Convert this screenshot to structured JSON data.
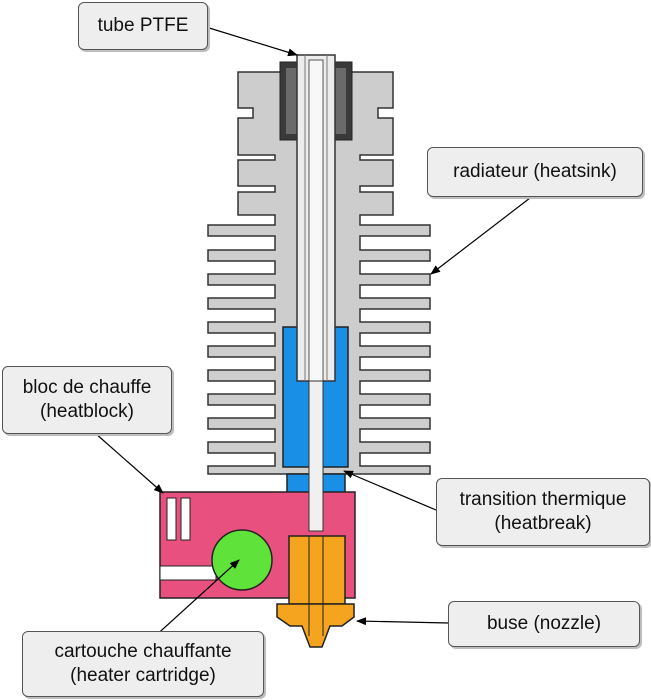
{
  "labels": {
    "ptfe": "tube PTFE",
    "heatsink": "radiateur (heatsink)",
    "heatblock_fr": "bloc de chauffe",
    "heatblock_en": "(heatblock)",
    "heatbreak_fr": "transition thermique",
    "heatbreak_en": "(heatbreak)",
    "nozzle": "buse (nozzle)",
    "cartridge_fr": "cartouche chauffante",
    "cartridge_en": "(heater cartridge)"
  },
  "colors": {
    "heatsink": "#cdcdcd",
    "ptfe": "#ececec",
    "heatbreak": "#1a8fe6",
    "heatblock": "#e8517f",
    "nozzle": "#f4a41f",
    "cartridge": "#5fe33a",
    "coupler": "#3a3a3a",
    "label_bg": "#eeeeee"
  }
}
